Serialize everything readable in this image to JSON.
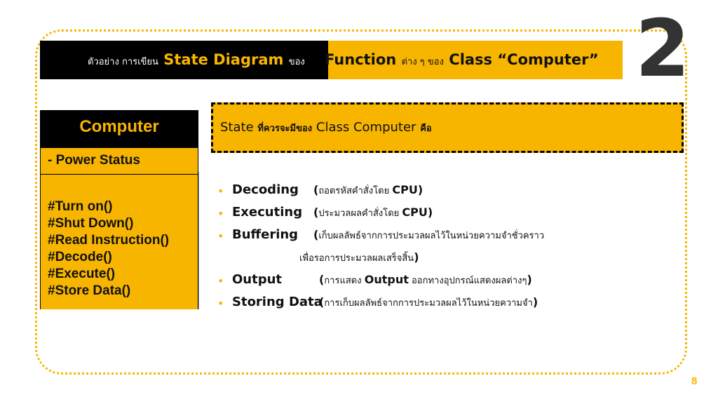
{
  "title": {
    "prefix_thai": "ตัวอย่าง การเขียน",
    "highlight": "State Diagram",
    "suffix_thai": "ของ",
    "function_word": "Function",
    "mid_thai": "ต่าง ๆ ของ",
    "class_text": "Class “Computer”"
  },
  "slide_number_big": "2",
  "class_box": {
    "name": "Computer",
    "attribute": "-  Power Status",
    "operations": [
      "#Turn on()",
      "#Shut Down()",
      "#Read Instruction()",
      "#Decode()",
      "#Execute()",
      "#Store Data()"
    ]
  },
  "state_box": {
    "prefix": "State",
    "thai_mid": "ที่ควรจะมีของ",
    "class_part": "Class Computer",
    "thai_end": "คือ"
  },
  "bullets": [
    {
      "term": "Decoding",
      "open": "(",
      "desc": "ถอดรหัสคำสั่งโดย",
      "bold": "CPU",
      "close": ")"
    },
    {
      "term": "Executing",
      "open": "(",
      "desc": "ประมวลผลคำสั่งโดย",
      "bold": "CPU",
      "close": ")"
    },
    {
      "term": "Buffering",
      "open": "(",
      "desc": "เก็บผลลัพธ์จากการประมวลผลไว้ในหน่วยความจำชั่วคราว",
      "bold": "",
      "close": ""
    },
    {
      "term": "",
      "open": "",
      "desc": "เพื่อรอการประมวลผลเสร็จสิ้น",
      "bold": "",
      "close": ")"
    },
    {
      "term": "Output",
      "open": "(",
      "desc": "การแสดง",
      "bold": "Output",
      "desc2": "ออกทางอุปกรณ์แสดงผลต่างๆ",
      "close": ")"
    },
    {
      "term": "Storing Data",
      "open": "(",
      "desc": "การเก็บผลลัพธ์จากการประมวลผลไว้ในหน่วยความจำ",
      "bold": "",
      "close": ")"
    }
  ],
  "page_number": "8"
}
